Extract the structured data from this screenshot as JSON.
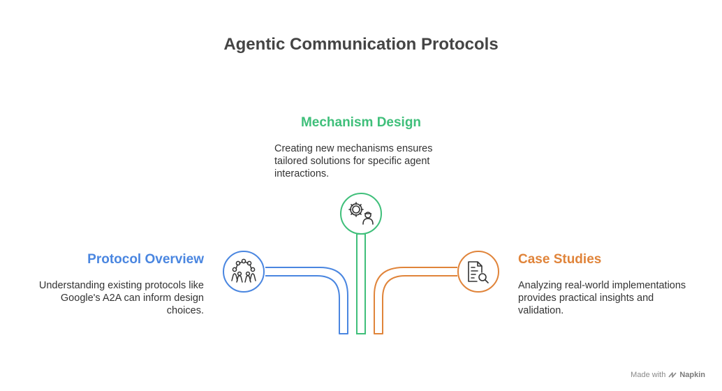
{
  "title": "Agentic Communication Protocols",
  "colors": {
    "blue": "#4a86e0",
    "green": "#3fbf7a",
    "orange": "#e0843a"
  },
  "nodes": [
    {
      "id": "mechanism",
      "heading": "Mechanism Design",
      "description": "Creating new mechanisms ensures tailored solutions for specific agent interactions.",
      "icon": "gear-person-icon",
      "color": "#3fbf7a"
    },
    {
      "id": "protocol",
      "heading": "Protocol Overview",
      "description": "Understanding existing protocols like Google's A2A can inform design choices.",
      "icon": "network-people-icon",
      "color": "#4a86e0"
    },
    {
      "id": "case",
      "heading": "Case Studies",
      "description": "Analyzing real-world implementations provides practical insights and validation.",
      "icon": "document-search-icon",
      "color": "#e0843a"
    }
  ],
  "footer": {
    "prefix": "Made with",
    "brand": "Napkin"
  }
}
